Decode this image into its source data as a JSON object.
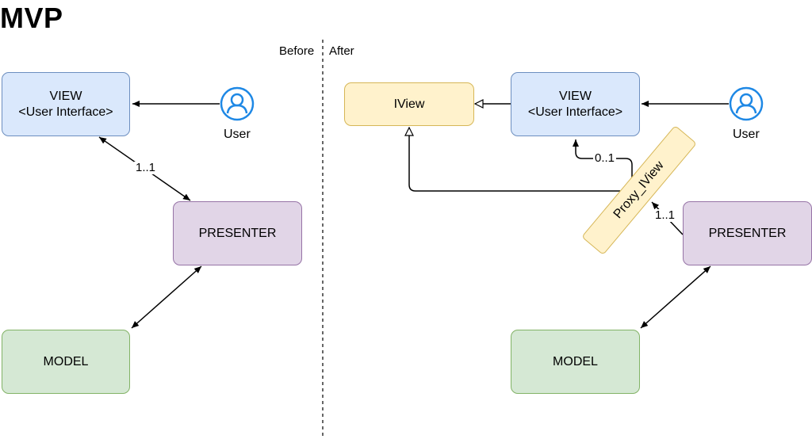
{
  "title": "MVP",
  "labels": {
    "before": "Before",
    "after": "After"
  },
  "before": {
    "view": {
      "line1": "VIEW",
      "line2": "<User Interface>"
    },
    "presenter": "PRESENTER",
    "model": "MODEL",
    "user": "User",
    "edge_view_presenter": "1..1"
  },
  "after": {
    "iview": "IView",
    "view": {
      "line1": "VIEW",
      "line2": "<User Interface>"
    },
    "presenter": "PRESENTER",
    "model": "MODEL",
    "user": "User",
    "proxy": "Proxy_IView",
    "edge_proxy_view": "0..1",
    "edge_presenter_proxy": "1..1"
  },
  "colors": {
    "view_fill": "#dae8fc",
    "view_stroke": "#6c8ebf",
    "presenter_fill": "#e1d5e7",
    "presenter_stroke": "#9673a6",
    "model_fill": "#d5e8d4",
    "model_stroke": "#82b366",
    "note_fill": "#fff2cc",
    "note_stroke": "#d6b656",
    "user_icon": "#1e88e5"
  },
  "icons": {
    "user": "user-icon"
  }
}
